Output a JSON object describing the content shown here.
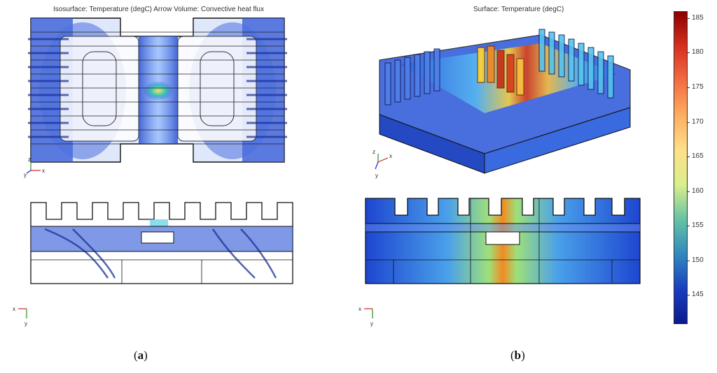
{
  "panel_a": {
    "title": "Isosurface: Temperature (degC)  Arrow Volume: Convective heat flux",
    "caption_open": "(",
    "caption_letter": "a",
    "caption_close": ")",
    "triad_top": {
      "z": "z",
      "y": "y",
      "x": "x"
    },
    "triad_bottom": {
      "x": "x",
      "y": "y"
    }
  },
  "panel_b": {
    "title": "Surface: Temperature (degC)",
    "caption_open": "(",
    "caption_letter": "b",
    "caption_close": ")",
    "triad_top": {
      "z": "z",
      "x": "x",
      "y": "y"
    },
    "triad_bottom": {
      "x": "x",
      "y": "y"
    }
  },
  "colorbar": {
    "ticks": [
      "185",
      "180",
      "175",
      "170",
      "165",
      "160",
      "155",
      "150",
      "145"
    ],
    "min": 141,
    "max": 186,
    "colors": [
      "#8b0000",
      "#d7301f",
      "#f46d43",
      "#fdae61",
      "#fee08b",
      "#d9ef8b",
      "#66c2a5",
      "#3288bd",
      "#1a3fbf",
      "#0a1a8c"
    ]
  },
  "palette": {
    "body_blue": "#1f4fd1",
    "light_blue": "#8fb3f0",
    "cyan": "#5ad1e6",
    "hot_orange": "#f08a24",
    "hot_red": "#c8321a",
    "outline": "#111111"
  }
}
